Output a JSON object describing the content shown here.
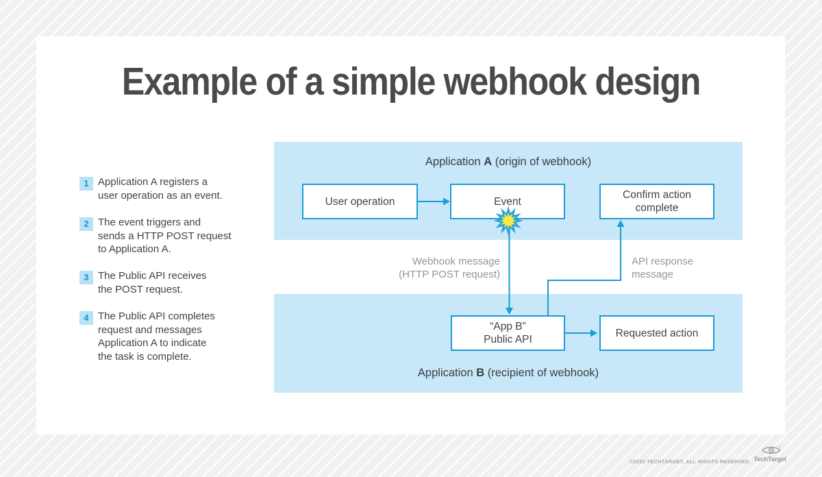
{
  "title": "Example of a simple webhook design",
  "steps": [
    {
      "num": "1",
      "text": "Application A registers a\nuser operation as an event."
    },
    {
      "num": "2",
      "text": "The event triggers and\nsends a HTTP POST request\nto Application A."
    },
    {
      "num": "3",
      "text": "The Public API receives\nthe POST request."
    },
    {
      "num": "4",
      "text": "The Public API completes\nrequest and messages\nApplication A to indicate\nthe task is complete."
    }
  ],
  "diagram": {
    "band_a": {
      "prefix": "Application ",
      "letter": "A",
      "suffix": " (origin of webhook)"
    },
    "band_b": {
      "prefix": "Application ",
      "letter": "B",
      "suffix": " (recipient of webhook)"
    },
    "boxes": {
      "user_operation": "User operation",
      "event": "Event",
      "confirm_action": "Confirm action\ncomplete",
      "app_b_public_api": "“App B”\nPublic API",
      "requested_action": "Requested action"
    },
    "edge_labels": {
      "webhook_message": "Webhook message\n(HTTP POST request)",
      "api_response": "API response\nmessage"
    }
  },
  "footer": {
    "copyright": "©2020 TECHTARGET. ALL RIGHTS RESERVED",
    "brand": "TechTarget"
  },
  "colors": {
    "accent": "#1b9cd8",
    "band_blue": "#c8e7f8",
    "badge_bg": "#b9e2f6",
    "badge_num": "#0f93d2",
    "text_dark": "#3f4347",
    "label_gray": "#8f969b",
    "title_gray": "#4a4a4a",
    "star_yellow": "#fbe947"
  }
}
